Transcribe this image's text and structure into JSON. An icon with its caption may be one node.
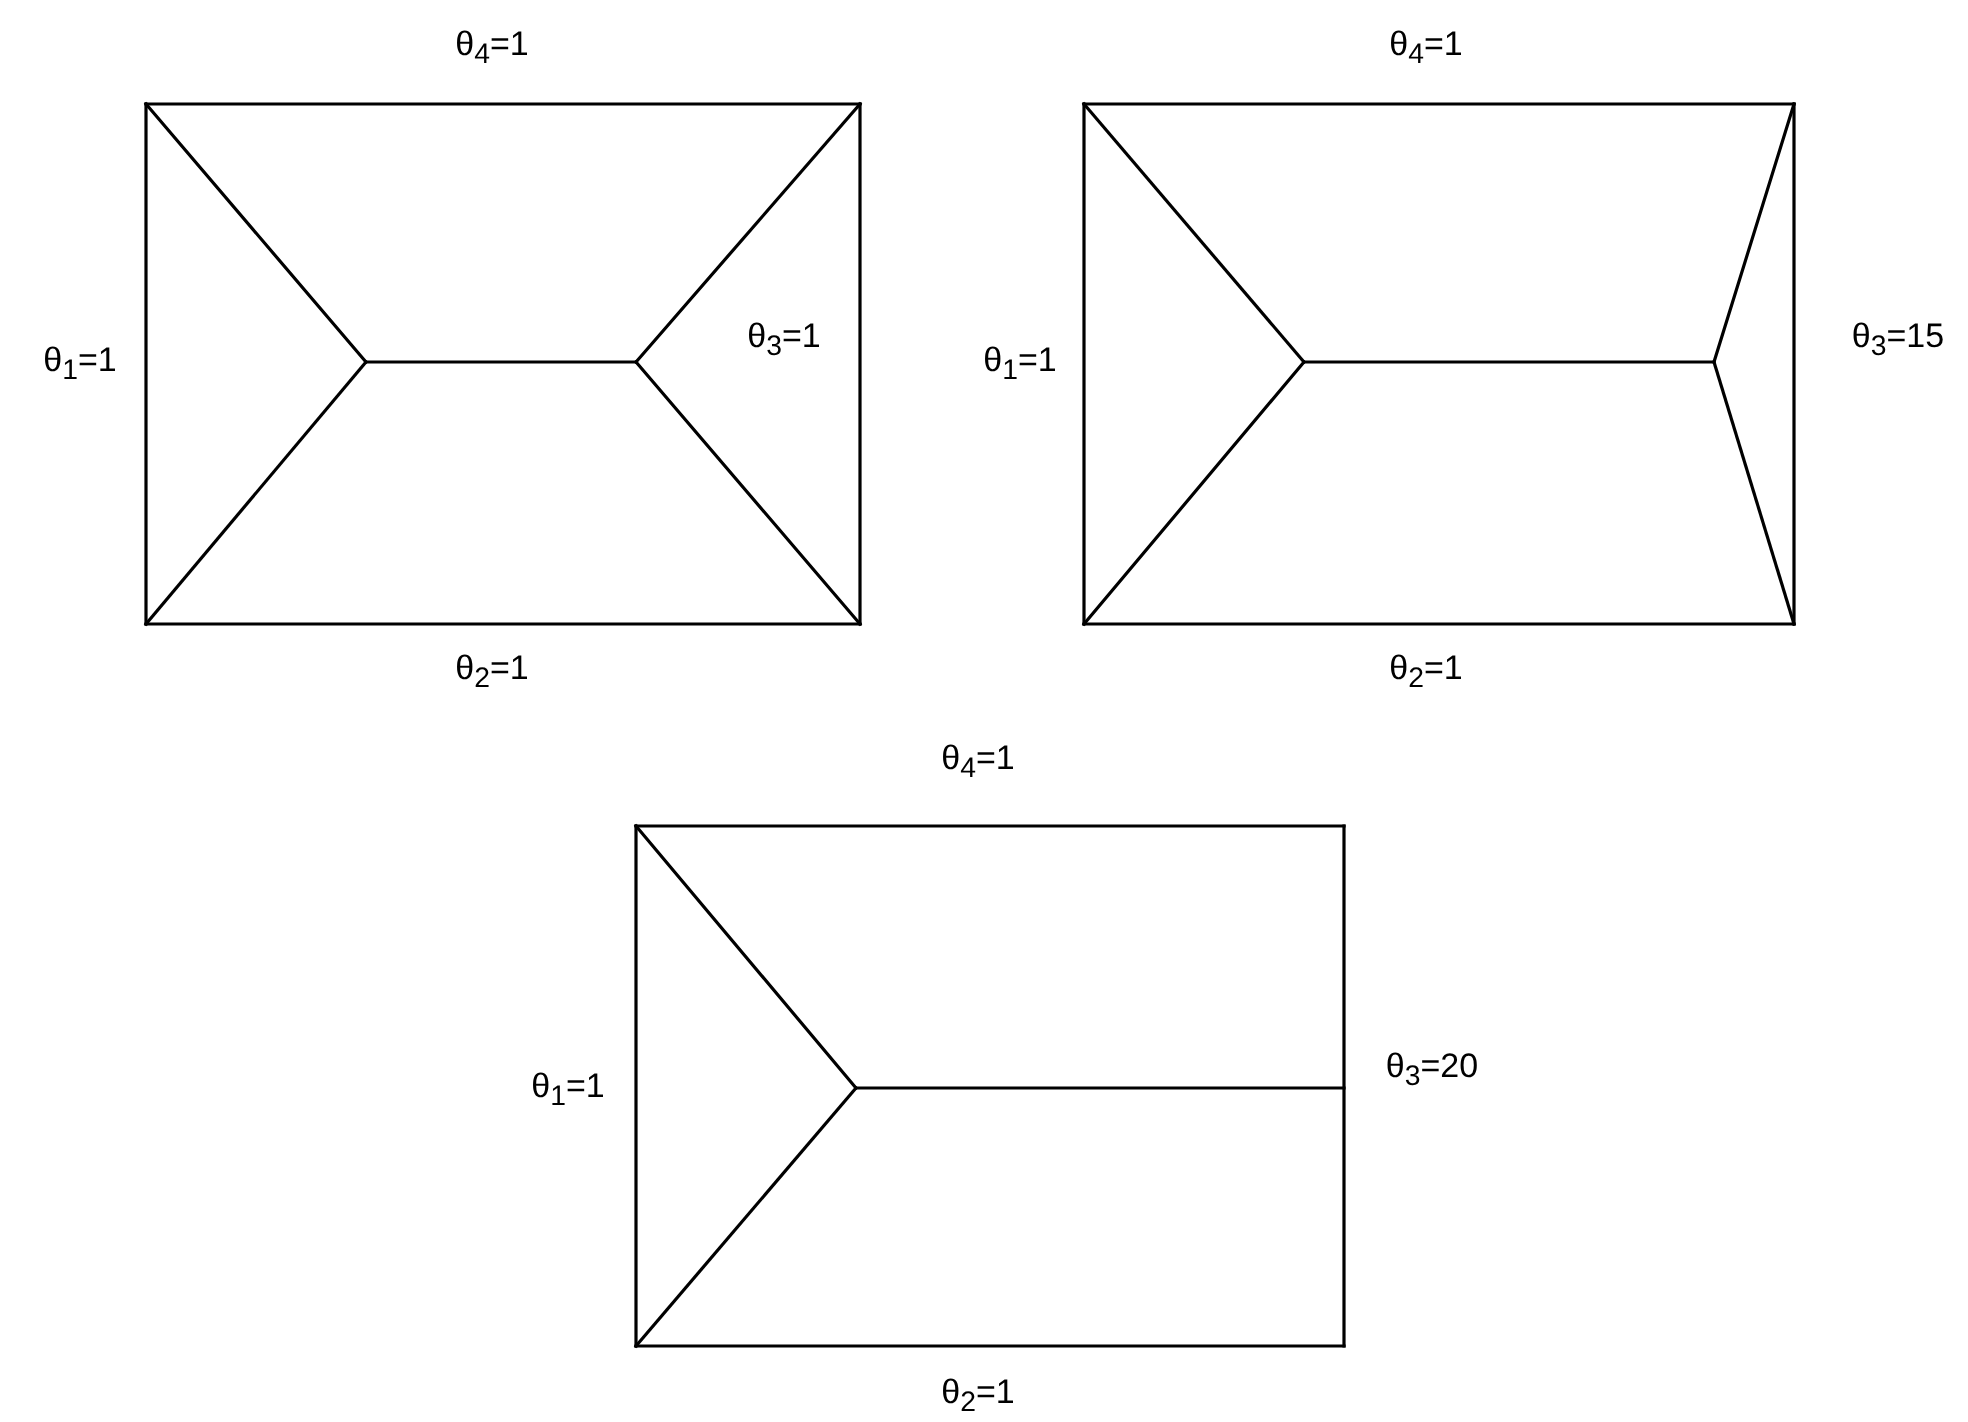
{
  "diagram": {
    "labels": [
      "θ$_{4}$=1",
      "θ$_{1}$=1",
      "θ$_{3}$=1",
      "θ$_{2}$=1",
      "θ$_{4}$=1",
      "θ$_{1}$=1",
      "θ$_{3}$=15",
      "θ$_{2}$=1",
      "θ$_{4}$=1",
      "θ$_{1}$=1",
      "θ$_{3}$=20",
      "θ$_{2}$=1"
    ]
  }
}
